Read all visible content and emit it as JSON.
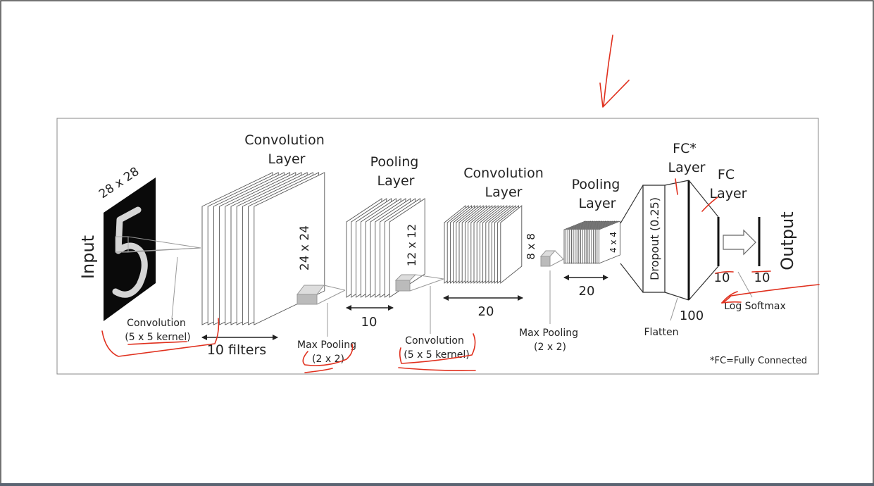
{
  "diagram": {
    "input_label": "Input",
    "input_size": "28 x 28",
    "input_digit": "5",
    "conv1": {
      "title_line1": "Convolution",
      "title_line2": "Layer",
      "size": "24 x 24",
      "kernel_line1": "Convolution",
      "kernel_line2": "(5 x 5 kernel)",
      "depth": "10 filters"
    },
    "pool1": {
      "title_line1": "Pooling",
      "title_line2": "Layer",
      "size": "12 x 12",
      "op_line1": "Max Pooling",
      "op_line2": "(2 x 2)",
      "depth": "10"
    },
    "conv2": {
      "title_line1": "Convolution",
      "title_line2": "Layer",
      "size": "8 x 8",
      "kernel_line1": "Convolution",
      "kernel_line2": "(5 x 5 kernel)",
      "depth": "20"
    },
    "pool2": {
      "title_line1": "Pooling",
      "title_line2": "Layer",
      "size": "4 x 4",
      "op_line1": "Max Pooling",
      "op_line2": "(2 x 2)",
      "depth": "20"
    },
    "dropout_label": "Dropout (0.25)",
    "flatten_label": "Flatten",
    "fc1": {
      "title_line1": "FC*",
      "title_line2": "Layer",
      "units": "100"
    },
    "fc2": {
      "title_line1": "FC",
      "title_line2": "Layer",
      "units": "10"
    },
    "output": {
      "label": "Output",
      "units": "10"
    },
    "log_softmax_label": "Log Softmax",
    "footnote": "*FC=Fully Connected"
  },
  "colors": {
    "annotation_red": "#e0301e",
    "line": "#333333",
    "frame": "#888888"
  }
}
